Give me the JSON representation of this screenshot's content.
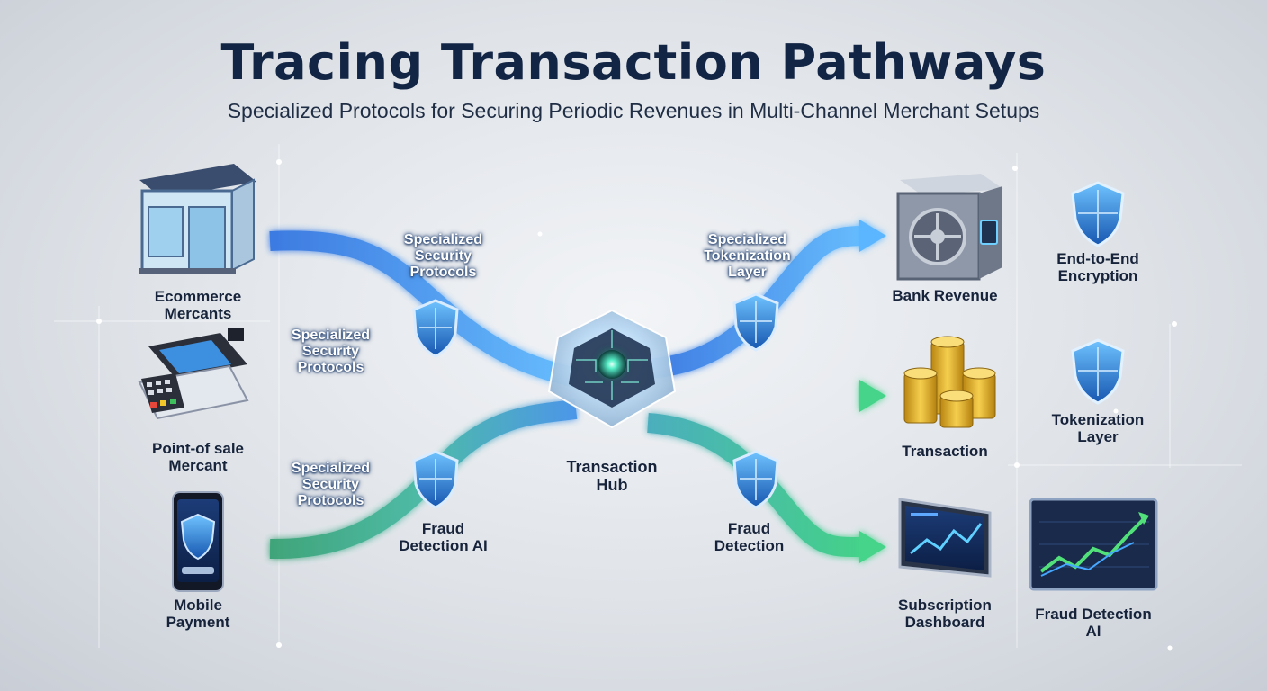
{
  "title": "Tracing Transaction Pathways",
  "subtitle": "Specialized Protocols for Securing Periodic Revenues in Multi-Channel Merchant Setups",
  "sources": [
    {
      "line1": "Ecommerce",
      "line2": "Mercants",
      "icon": "storefront-icon"
    },
    {
      "line1": "Point-of sale",
      "line2": "Mercant",
      "icon": "pos-terminal-icon"
    },
    {
      "line1": "Mobile",
      "line2": "Payment",
      "icon": "mobile-phone-icon"
    }
  ],
  "left_protocols": [
    {
      "line1": "Specialized",
      "line2": "Security",
      "line3": "Protocols"
    },
    {
      "line1": "Specialized",
      "line2": "Security",
      "line3": "Protocols"
    },
    {
      "line1": "Specialized",
      "line2": "Security",
      "line3": "Protocols"
    }
  ],
  "fraud_ai_mid": {
    "line1": "Fraud",
    "line2": "Detection AI"
  },
  "hub": {
    "line1": "Transaction",
    "line2": "Hub",
    "icon": "circuit-crystal-icon"
  },
  "tokenization_mid": {
    "line1": "Specialized",
    "line2": "Tokenization",
    "line3": "Layer"
  },
  "fraud_detection_mid": {
    "line1": "Fraud",
    "line2": "Detection"
  },
  "destinations": [
    {
      "label": "Bank Revenue",
      "icon": "vault-icon"
    },
    {
      "label": "Transaction",
      "icon": "coin-stacks-icon"
    },
    {
      "line1": "Subscription",
      "line2": "Dashboard",
      "icon": "dashboard-icon"
    }
  ],
  "side_panel": [
    {
      "line1": "End-to-End",
      "line2": "Encryption",
      "icon": "shield-icon"
    },
    {
      "line1": "Tokenization",
      "line2": "Layer",
      "icon": "shield-icon"
    },
    {
      "line1": "Fraud Detection",
      "line2": "AI",
      "icon": "growth-chart-icon"
    }
  ],
  "colors": {
    "blue_flow": "#2f7fe6",
    "green_flow": "#33c47a",
    "shield": "#2a7ad0",
    "title": "#132544"
  }
}
